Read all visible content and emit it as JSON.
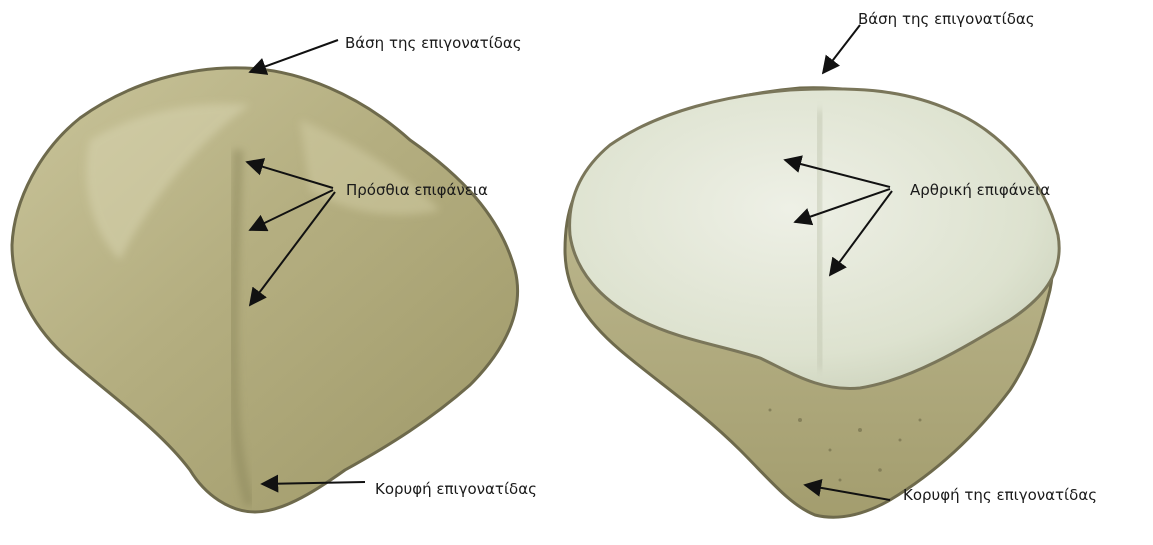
{
  "figure": {
    "left_panel": {
      "labels": {
        "base": "Βάση της επιγονατίδας",
        "anterior_surface": "Πρόσθια επιφάνεια",
        "apex": "Κορυφή επιγονατίδας"
      }
    },
    "right_panel": {
      "labels": {
        "base": "Βάση της επιγονατίδας",
        "articular_surface": "Αρθρική επιφάνεια",
        "apex": "Κορυφή της επιγονατίδας"
      }
    }
  },
  "colors": {
    "bone": "#b9b487",
    "bone_dark": "#8f8a5e",
    "cartilage": "#dfe3d2",
    "outline": "#6e6a4c",
    "arrow": "#111111"
  }
}
